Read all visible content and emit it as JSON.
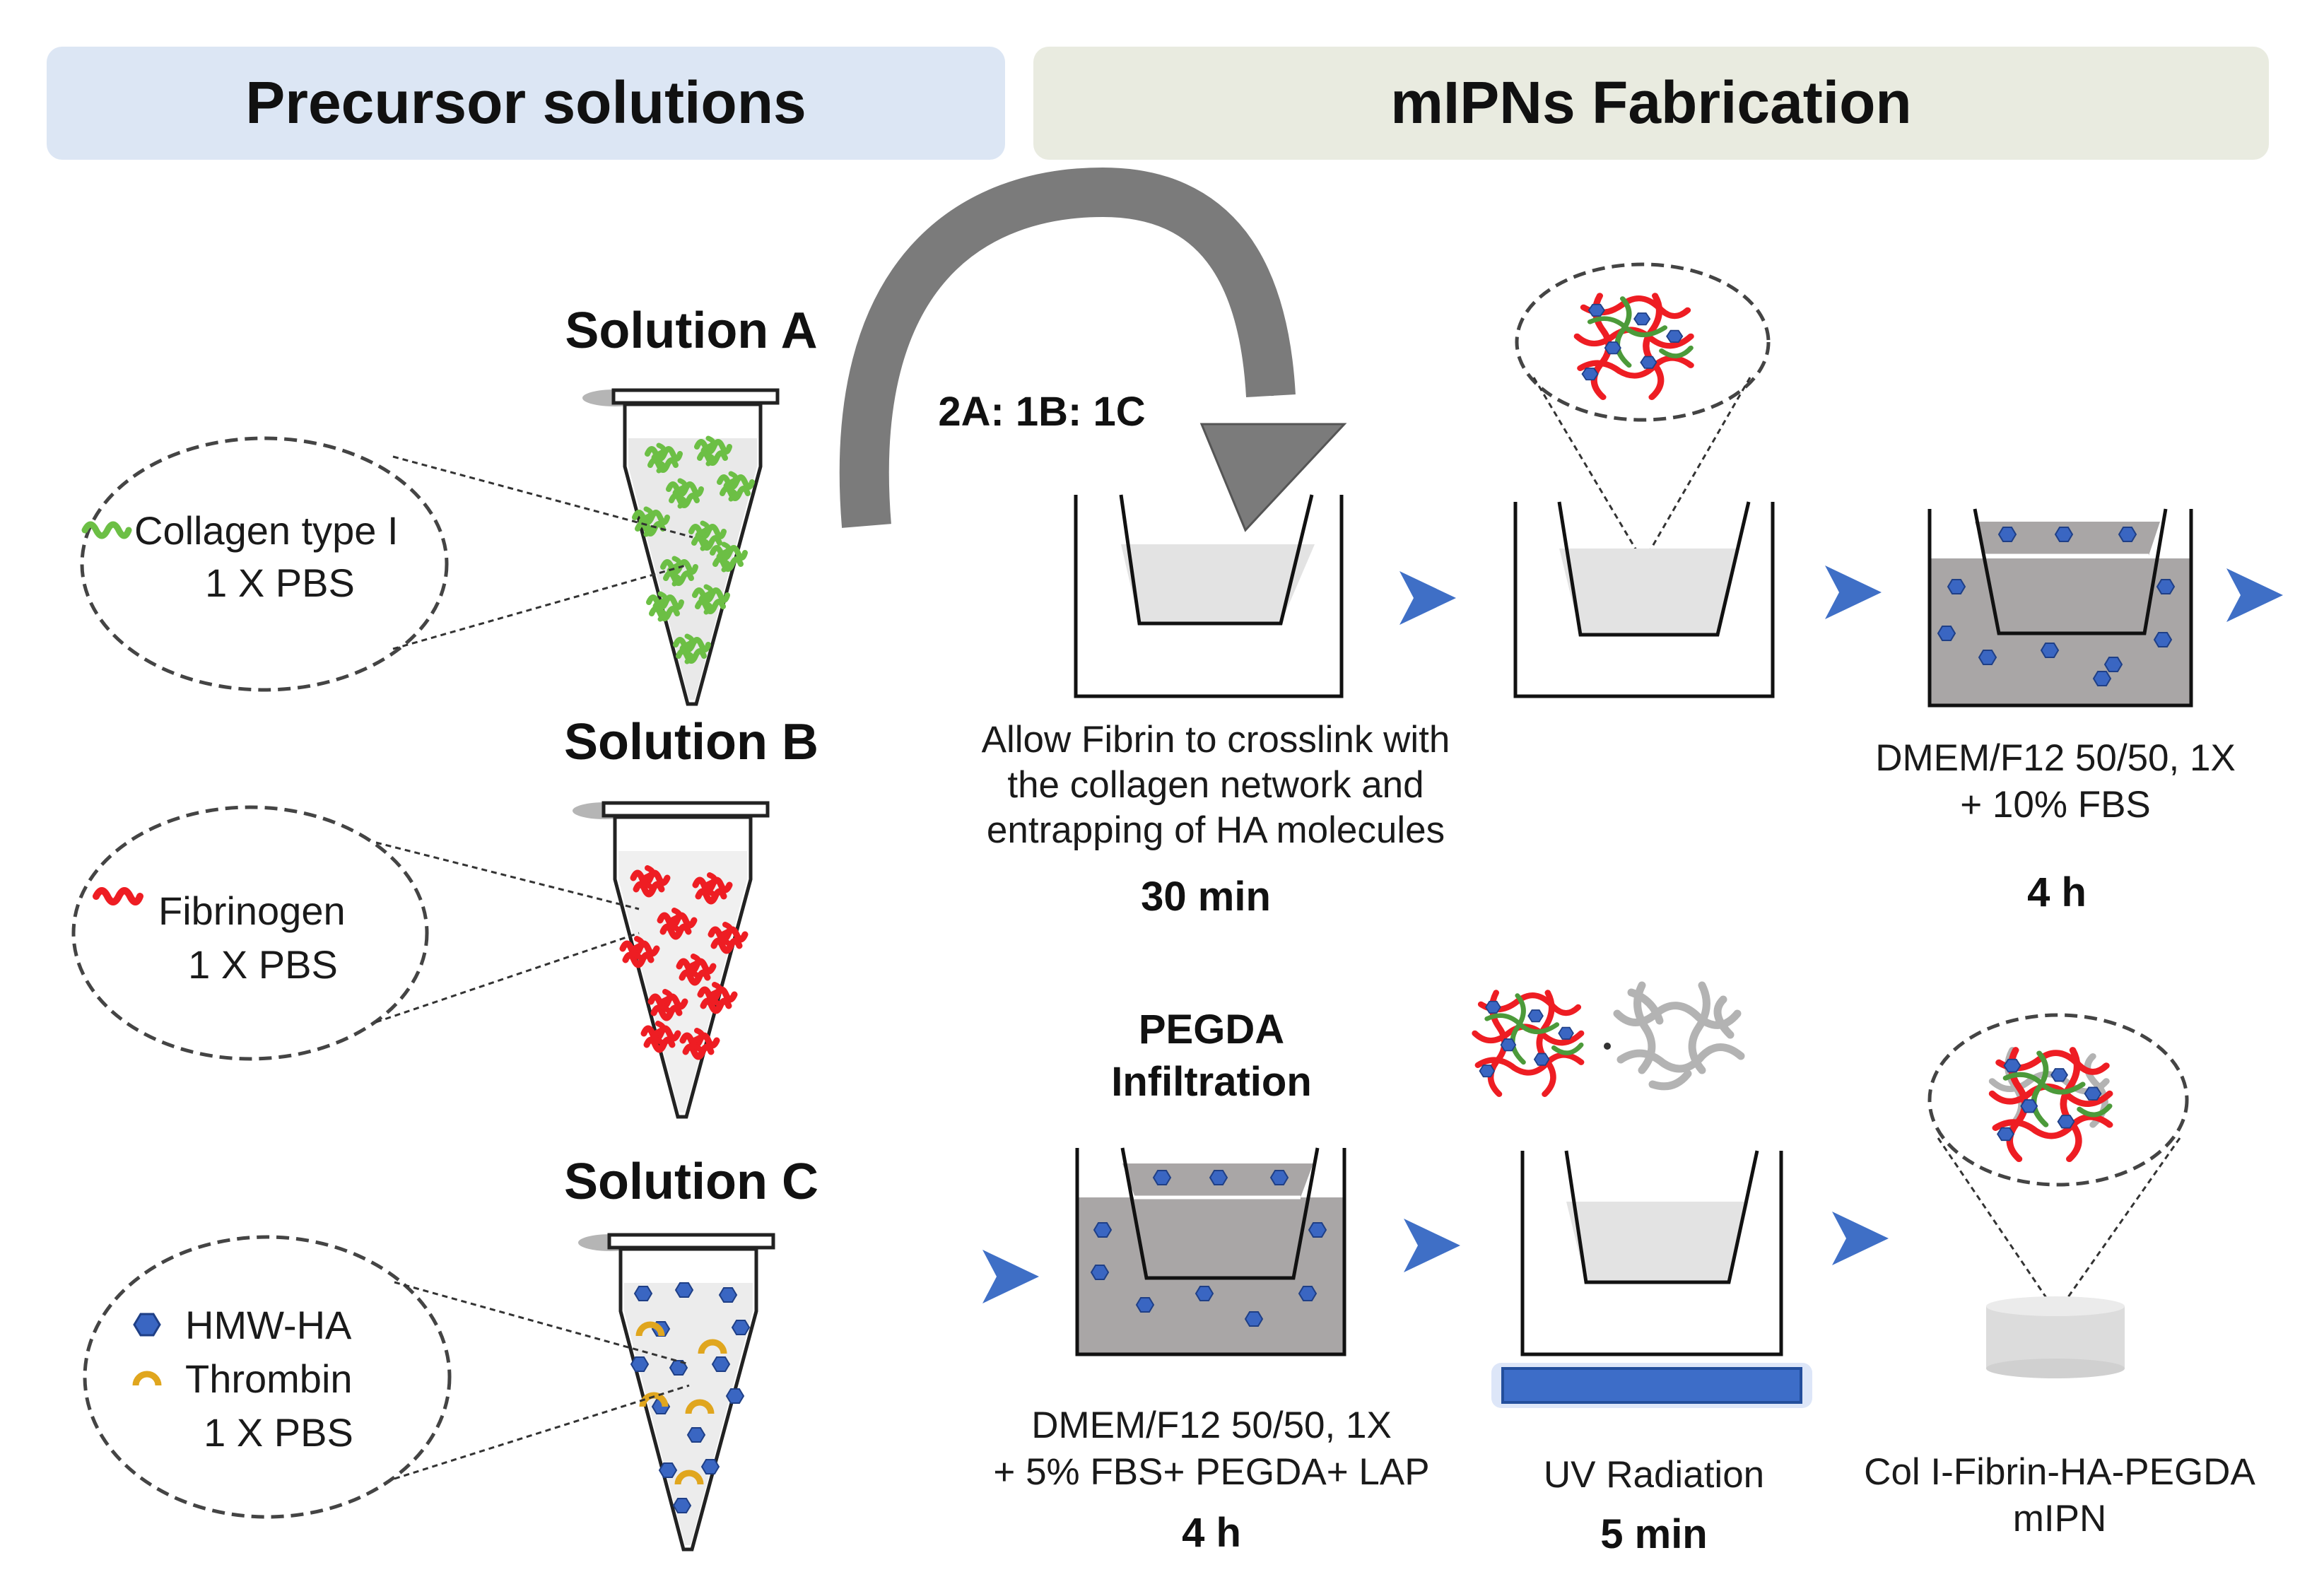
{
  "headers": {
    "left": "Precursor solutions",
    "right": "mIPNs Fabrication"
  },
  "solutions": {
    "a": {
      "title": "Solution A",
      "line1": "Collagen type I",
      "line2": "1 X PBS"
    },
    "b": {
      "title": "Solution B",
      "line1": "Fibrinogen",
      "line2": "1 X PBS"
    },
    "c": {
      "title": "Solution C",
      "line1": "HMW-HA",
      "line2": "Thrombin",
      "line3": "1 X PBS"
    }
  },
  "mixing_ratio": "2A: 1B: 1C",
  "steps": {
    "crosslink": {
      "line1": "Allow Fibrin to crosslink with",
      "line2": "the collagen network and",
      "line3": "entrapping of HA molecules",
      "time": "30 min"
    },
    "medium": {
      "line1": "DMEM/F12 50/50, 1X",
      "line2": "+ 10% FBS",
      "time": "4 h"
    },
    "pegda": {
      "title1": "PEGDA",
      "title2": "Infiltration",
      "line1": "DMEM/F12 50/50, 1X",
      "line2": "+ 5% FBS+ PEGDA+ LAP",
      "time": "4 h"
    },
    "uv": {
      "line1": "UV Radiation",
      "time": "5 min"
    },
    "product": {
      "line1": "Col I-Fibrin-HA-PEGDA",
      "line2": "mIPN"
    }
  },
  "colors": {
    "left_header_bg": "#dce6f4",
    "right_header_bg": "#e9ebe0",
    "collagen": "#6cbf45",
    "fibrin": "#ee1d23",
    "ha": "#3a66c2",
    "thrombin": "#e0a61e",
    "arrow": "#3f6fc6",
    "medium": "#a9a6a6",
    "gel": "#e3e3e3",
    "uv_lamp": "#3d6dc8"
  }
}
